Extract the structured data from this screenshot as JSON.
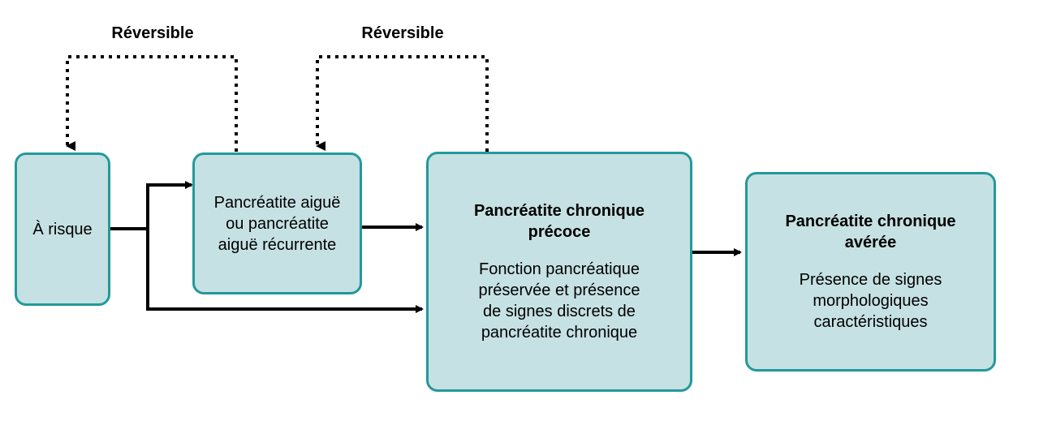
{
  "nodes": {
    "at_risk": {
      "label": "À risque"
    },
    "acute": {
      "label": "Pancréatite aiguë\nou pancréatite\naiguë récurrente"
    },
    "early": {
      "title": "Pancréatite chronique\nprécoce",
      "description": "Fonction pancréatique\npréservée et présence\nde signes discrets de\npancréatite chronique"
    },
    "established": {
      "title": "Pancréatite chronique\navérée",
      "description": "Présence de signes\nmorphologiques\ncaractéristiques"
    }
  },
  "labels": {
    "reversible_1": "Réversible",
    "reversible_2": "Réversible"
  },
  "colors": {
    "box_fill": "#c6e1e3",
    "box_border": "#23999a",
    "arrow": "#000000"
  }
}
